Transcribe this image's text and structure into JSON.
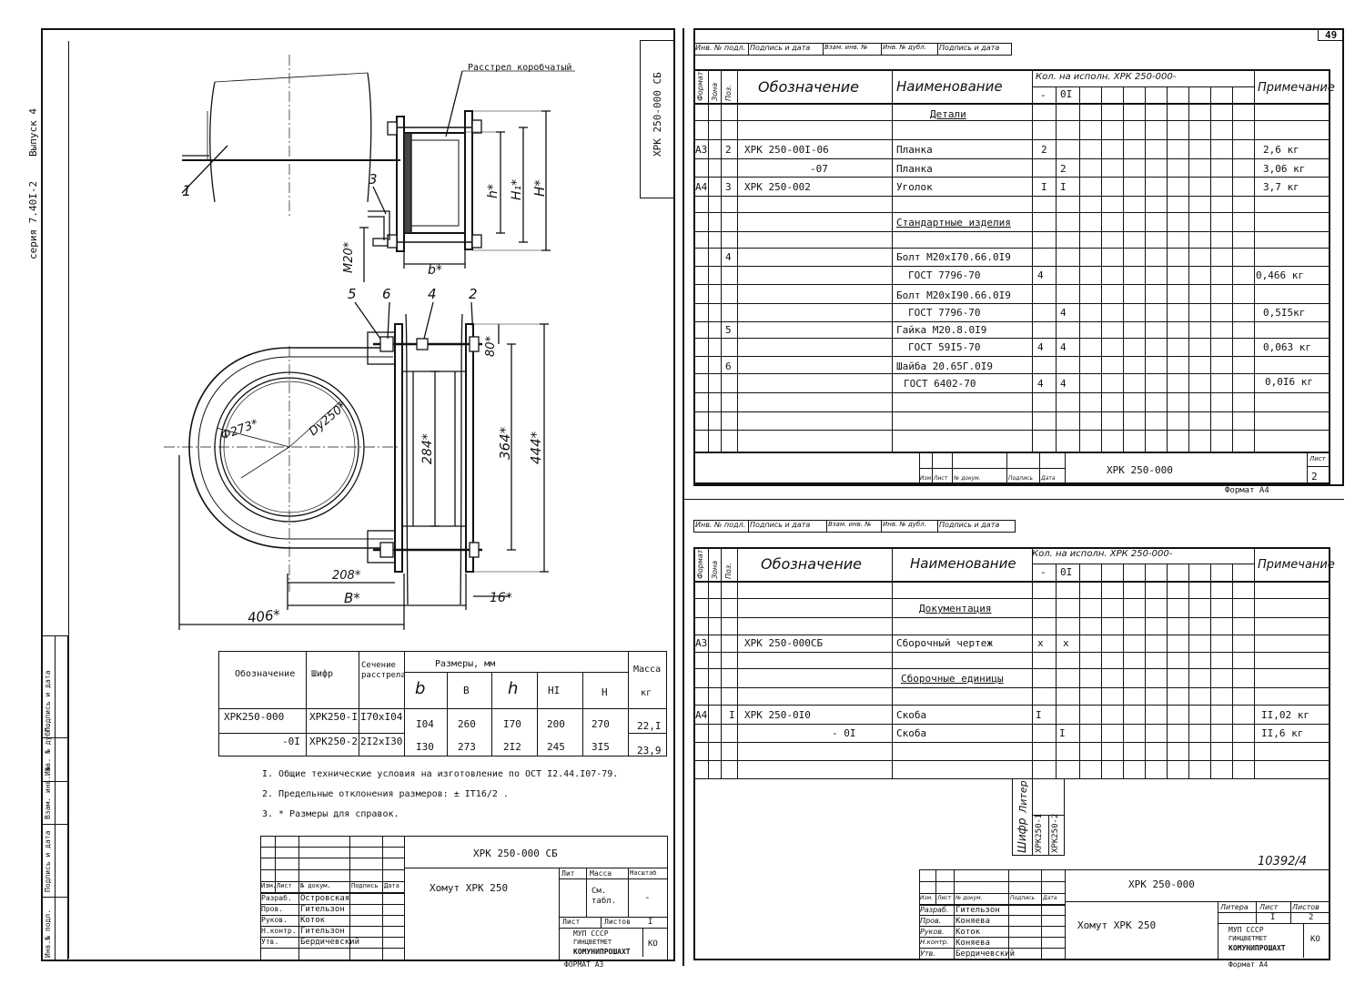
{
  "sheet_number": "49",
  "stamp_number": "10392/4",
  "format_a3": "ФОРМАТ А3",
  "format_a4": "Формат А4",
  "side_series": "серия 7.40I-2",
  "side_issue": "Выпуск 4",
  "vertical_code": "ХРК 250-000 СБ",
  "left_stamp_labels": [
    "Инв.№ подл.",
    "Подпись и дата",
    "Взам. инв. №",
    "Инв. № дубл.",
    "Подпись и дата"
  ],
  "drawing": {
    "callout_rasstrel": "Расстрел коробчатый",
    "pos_1": "1",
    "pos_2": "2",
    "pos_3": "3",
    "pos_4": "4",
    "pos_5": "5",
    "pos_6": "6",
    "dim_m20": "М20*",
    "dim_b": "b*",
    "dim_h": "h*",
    "dim_h1": "H₁*",
    "dim_H": "H*",
    "dim_80": "80*",
    "dim_364": "364*",
    "dim_444": "444*",
    "dim_284": "284*",
    "dim_d273": "Ф273*",
    "dim_dy250": "Dу250*",
    "dim_208": "208*",
    "dim_B": "B*",
    "dim_16": "16*",
    "dim_406": "406*"
  },
  "dims_table": {
    "h_designation": "Обозначение",
    "h_code": "Шифр",
    "h_section": "Сечение расстрела",
    "h_sizes": "Размеры, мм",
    "h_mass": "Масса",
    "h_mass_unit": "кг",
    "cols": [
      "b",
      "B",
      "h",
      "HI",
      "H"
    ],
    "rows": [
      {
        "des": "ХРК250-000",
        "code": "ХРК250-I",
        "section": "I70хI04",
        "b": "I04",
        "B": "260",
        "h": "I70",
        "H1": "200",
        "H": "270",
        "mass": "22,I"
      },
      {
        "des": "-0I",
        "code": "ХРК250-2",
        "section": "2I2хI30",
        "b": "I30",
        "B": "273",
        "h": "2I2",
        "H1": "245",
        "H": "3I5",
        "mass": "23,9"
      }
    ]
  },
  "notes": [
    "I. Общие технические условия на изготовление по ОСТ I2.44.I07-79.",
    "2. Предельные отклонения размеров: ± IT16/2 .",
    "3. * Размеры для справок."
  ],
  "title_block_a3": {
    "code": "ХРК 250-000 СБ",
    "name": "Хомут ХРК 250",
    "head": [
      "Изм.",
      "Лист",
      "№ докум.",
      "Подпись",
      "Дата"
    ],
    "roles": [
      "Разраб.",
      "Пров.",
      "Руков.",
      "Н.контр.",
      "Утв."
    ],
    "people": [
      "Островская",
      "Гительзон",
      "Коток",
      "Гительзон",
      "Бердичевский"
    ],
    "lit": "Лит",
    "massa": "Масса",
    "masshtab": "Масштаб",
    "mass_val": "См. табл.",
    "scale_val": "-",
    "sheet": "Лист",
    "sheets": "Листов",
    "sheets_val": "I",
    "org1": "МУП СССР",
    "org2": "ГИНЦВЕТМЕТ",
    "org3": "КОМУНИПРОШАХТ",
    "org4": "КО"
  },
  "spec_top": {
    "stamp": [
      "Инв. № подл.",
      "Подпись и дата",
      "Взам. инв. №",
      "Инв. № дубл.",
      "Подпись и дата"
    ],
    "h_format": "Формат",
    "h_zone": "Зона",
    "h_pos": "Поз.",
    "h_designation": "Обозначение",
    "h_name": "Наименование",
    "h_qty": "Кол. на исполн. ХРК 250-000-",
    "h_qty_cols": [
      "-",
      "0I"
    ],
    "h_note": "Примечание",
    "rows": [
      {
        "fmt": "",
        "pos": "",
        "des": "",
        "name": "Детали",
        "q1": "",
        "q2": "",
        "note": "",
        "section": true
      },
      {
        "fmt": "А3",
        "pos": "2",
        "des": "ХРК 250-00I-06",
        "name": "Планка",
        "q1": "2",
        "q2": "",
        "note": "2,6 кг"
      },
      {
        "fmt": "",
        "pos": "",
        "des": "-07",
        "name": "Планка",
        "q1": "",
        "q2": "2",
        "note": "3,06 кг"
      },
      {
        "fmt": "А4",
        "pos": "3",
        "des": "ХРК 250-002",
        "name": "Уголок",
        "q1": "I",
        "q2": "I",
        "note": "3,7 кг"
      },
      {
        "fmt": "",
        "pos": "",
        "des": "",
        "name": "Стандартные изделия",
        "q1": "",
        "q2": "",
        "note": "",
        "section": true
      },
      {
        "fmt": "",
        "pos": "4",
        "des": "",
        "name": "Болт М20хI70.66.0I9",
        "q1": "",
        "q2": "",
        "note": ""
      },
      {
        "fmt": "",
        "pos": "",
        "des": "",
        "name": "ГОСТ 7796-70",
        "q1": "4",
        "q2": "",
        "note": "0,466 кг"
      },
      {
        "fmt": "",
        "pos": "",
        "des": "",
        "name": "Болт М20хI90.66.0I9",
        "q1": "",
        "q2": "",
        "note": ""
      },
      {
        "fmt": "",
        "pos": "",
        "des": "",
        "name": "ГОСТ 7796-70",
        "q1": "",
        "q2": "4",
        "note": "0,5I5кг"
      },
      {
        "fmt": "",
        "pos": "5",
        "des": "",
        "name": "Гайка М20.8.0I9",
        "q1": "",
        "q2": "",
        "note": ""
      },
      {
        "fmt": "",
        "pos": "",
        "des": "",
        "name": "ГОСТ 59I5-70",
        "q1": "4",
        "q2": "4",
        "note": "0,063 кг"
      },
      {
        "fmt": "",
        "pos": "6",
        "des": "",
        "name": "Шайба 20.65Г.0I9",
        "q1": "",
        "q2": "",
        "note": ""
      },
      {
        "fmt": "",
        "pos": "",
        "des": "",
        "name": "ГОСТ 6402-70",
        "q1": "4",
        "q2": "4",
        "note": "0,0I6 кг"
      }
    ],
    "footer_code": "ХРК 250-000",
    "footer_head": [
      "Изм.",
      "Лист",
      "№ докум.",
      "Подпись",
      "Дата"
    ],
    "footer_sheet_label": "Лист",
    "footer_sheet": "2"
  },
  "spec_bottom": {
    "stamp": [
      "Инв. № подл.",
      "Подпись и дата",
      "Взам. инв. №",
      "Инв. № дубл.",
      "Подпись и дата"
    ],
    "h_format": "Формат",
    "h_zone": "Зона",
    "h_pos": "Поз.",
    "h_designation": "Обозначение",
    "h_name": "Наименование",
    "h_qty": "Кол. на исполн. ХРК 250-000-",
    "h_qty_cols": [
      "-",
      "0I"
    ],
    "h_note": "Примечание",
    "rows": [
      {
        "fmt": "",
        "pos": "",
        "des": "",
        "name": "Документация",
        "q1": "",
        "q2": "",
        "note": "",
        "section": true
      },
      {
        "fmt": "А3",
        "pos": "",
        "des": "ХРК 250-000СБ",
        "name": "Сборочный чертеж",
        "q1": "х",
        "q2": "х",
        "note": ""
      },
      {
        "fmt": "",
        "pos": "",
        "des": "",
        "name": "Сборочные единицы",
        "q1": "",
        "q2": "",
        "note": "",
        "section": true
      },
      {
        "fmt": "А4",
        "pos": "I",
        "des": "ХРК 250-0I0",
        "name": "Скоба",
        "q1": "I",
        "q2": "",
        "note": "II,02 кг"
      },
      {
        "fmt": "",
        "pos": "",
        "des": "- 0I",
        "name": "Скоба",
        "q1": "",
        "q2": "I",
        "note": "II,6 кг"
      }
    ],
    "shifr_label": "Шифр",
    "litera_label": "Литер",
    "shifr_values": [
      "ХРК250-I",
      "ХРК250-2"
    ],
    "tb_code": "ХРК 250-000",
    "tb_name": "Хомут ХРК 250",
    "tb_head": [
      "Изм.",
      "Лист",
      "№ докум.",
      "Подпись",
      "Дата"
    ],
    "tb_roles": [
      "Разраб.",
      "Пров.",
      "Руков.",
      "Н.контр.",
      "Утв."
    ],
    "tb_people": [
      "Гительзон",
      "Коняева",
      "Коток",
      "Коняева",
      "Бердичевский"
    ],
    "tb_litera": "Литера",
    "tb_list": "Лист",
    "tb_listov": "Листов",
    "tb_list_val": "I",
    "tb_listov_val": "2",
    "org1": "МУП СССР",
    "org2": "ГИНЦВЕТМЕТ",
    "org3": "КОМУНИПРОШАХТ",
    "org4": "КО"
  }
}
